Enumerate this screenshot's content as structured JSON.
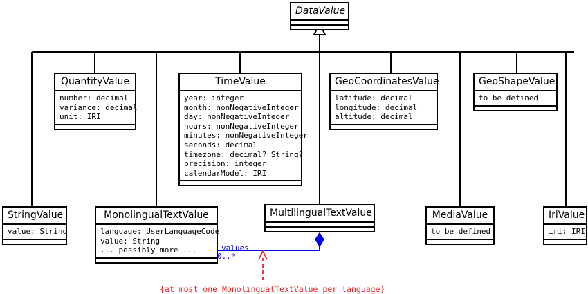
{
  "diagram": {
    "title": "DataValue UML class hierarchy",
    "colors": {
      "line": "#000000",
      "association": "#0000ee",
      "constraint": "#ee2222",
      "background": "#ffffff",
      "text": "#000000"
    }
  },
  "classes": {
    "datavalue": {
      "name": "DataValue",
      "abstract": true,
      "attributes": [],
      "operations": []
    },
    "quantityvalue": {
      "name": "QuantityValue",
      "abstract": false,
      "attributes": [
        "number: decimal",
        "variance: decimal",
        "unit: IRI"
      ],
      "operations": []
    },
    "timevalue": {
      "name": "TimeValue",
      "abstract": false,
      "attributes": [
        "year: integer",
        "month: nonNegativeInteger",
        "day: nonNegativeInteger",
        "hours: nonNegativeInteger",
        "minutes: nonNegativeInteger",
        "seconds: decimal",
        "timezone: decimal? String?",
        "precision: integer",
        "calendarModel: IRI"
      ],
      "operations": []
    },
    "geocoordinatesvalue": {
      "name": "GeoCoordinatesValue",
      "abstract": false,
      "attributes": [
        "latitude: decimal",
        "longitude: decimal",
        "altitude: decimal"
      ],
      "operations": []
    },
    "geoshapevalue": {
      "name": "GeoShapeValue",
      "abstract": false,
      "attributes": [
        "to be defined"
      ],
      "operations": []
    },
    "stringvalue": {
      "name": "StringValue",
      "abstract": false,
      "attributes": [
        "value: String"
      ],
      "operations": []
    },
    "monolingualtextvalue": {
      "name": "MonolingualTextValue",
      "abstract": false,
      "attributes": [
        "language: UserLanguageCode",
        "value: String",
        "... possibly more ..."
      ],
      "operations": []
    },
    "multilingualtextvalue": {
      "name": "MultilingualTextValue",
      "abstract": false,
      "attributes": [],
      "operations": []
    },
    "mediavalue": {
      "name": "MediaValue",
      "abstract": false,
      "attributes": [
        "to be defined"
      ],
      "operations": []
    },
    "irivalue": {
      "name": "IriValue",
      "abstract": false,
      "attributes": [
        "iri: IRI"
      ],
      "operations": []
    }
  },
  "association": {
    "role_label": "values",
    "multiplicity": "0..*",
    "from": "MultilingualTextValue",
    "to": "MonolingualTextValue",
    "kind": "composition"
  },
  "constraint": {
    "text": "{at most one MonolingualTextValue per language}"
  }
}
